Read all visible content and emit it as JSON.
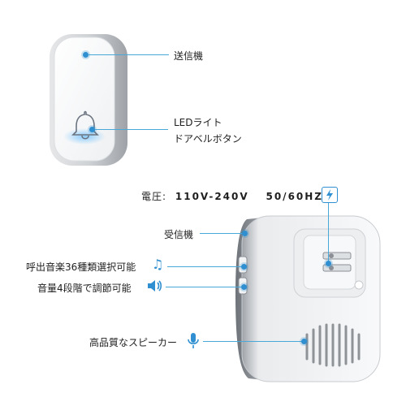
{
  "labels": {
    "transmitter": "送信機",
    "led_line1": "LEDライト",
    "led_line2": "ドアベルボタン",
    "voltage_prefix": "電圧:",
    "voltage_value": "110V-240V",
    "frequency": "50/60HZ",
    "receiver": "受信機",
    "melodies": "呼出音楽36種類選択可能",
    "volume": "音量4段階で調節可能",
    "speaker": "高品質なスピーカー"
  },
  "icons": {
    "power": "lightning-bolt",
    "melody": "music-note",
    "volume": "speaker-sound",
    "speaker": "microphone"
  },
  "colors": {
    "accent": "#2f8fd0",
    "line": "#4aa8d8",
    "device_body": "#f4f5f6",
    "device_frame": "#b9bcc0"
  }
}
